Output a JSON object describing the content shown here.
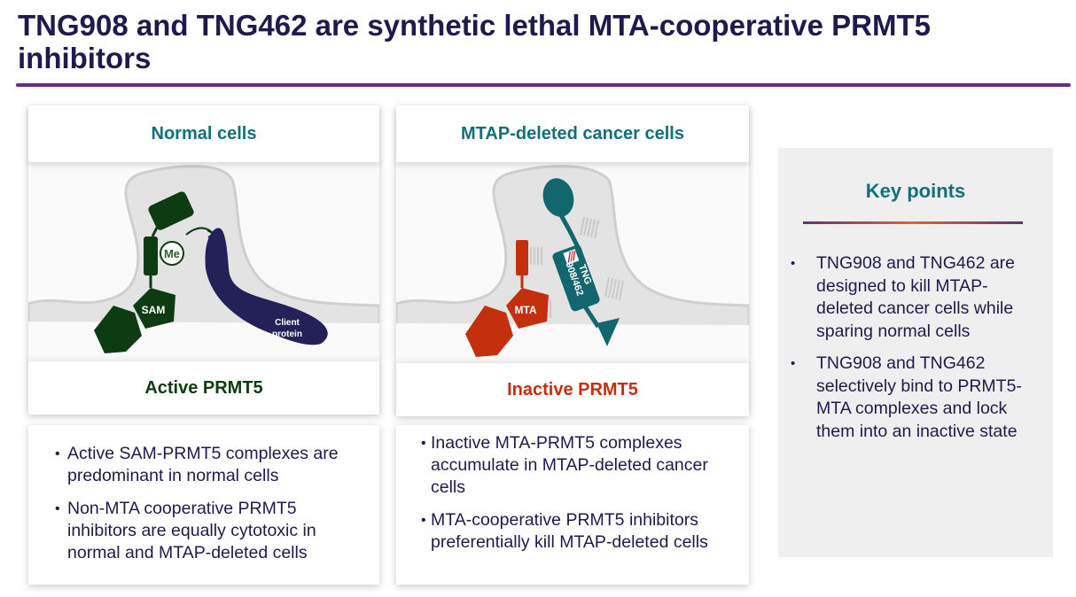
{
  "title": "TNG908 and TNG462 are synthetic lethal MTA-cooperative PRMT5 inhibitors",
  "colors": {
    "title": "#1f1a4e",
    "rule": "#6a2c82",
    "heading_teal": "#12707a",
    "normal_green": "#0d3b12",
    "client_navy": "#232158",
    "cancer_red": "#c42f0d",
    "drug_teal": "#12666e"
  },
  "normal_panel": {
    "heading": "Normal cells",
    "footer": "Active PRMT5",
    "labels": {
      "methyl": "Me",
      "cofactor": "SAM",
      "client_line1": "Client",
      "client_line2": "protein"
    },
    "bullets": [
      "Active SAM-PRMT5 complexes are predominant in normal cells",
      "Non-MTA cooperative PRMT5 inhibitors are equally cytotoxic in normal and MTAP-deleted cells"
    ]
  },
  "cancer_panel": {
    "heading": "MTAP-deleted cancer cells",
    "footer": "Inactive PRMT5",
    "labels": {
      "cofactor": "MTA",
      "drug_line1": "TNG",
      "drug_line2": "908/462"
    },
    "bullets": [
      "Inactive MTA-PRMT5 complexes accumulate in MTAP-deleted cancer cells",
      "MTA-cooperative PRMT5 inhibitors preferentially kill MTAP-deleted cells"
    ]
  },
  "key_points": {
    "heading": "Key points",
    "bullet_glyph": "•",
    "items": [
      "TNG908 and TNG462 are designed to kill MTAP-deleted cancer cells while sparing normal cells",
      "TNG908 and TNG462 selectively bind to PRMT5-MTA complexes and lock them into an inactive state"
    ]
  }
}
